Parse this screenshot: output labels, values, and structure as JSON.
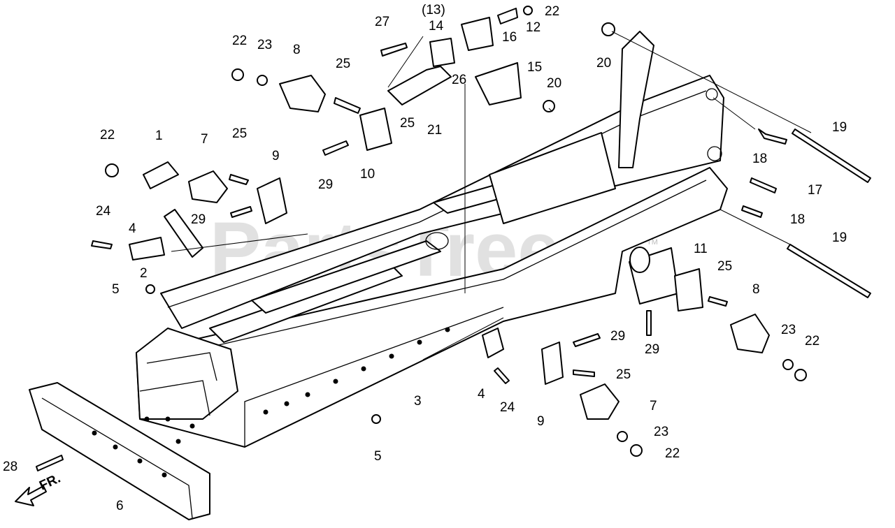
{
  "watermark": {
    "text": "PartsTree",
    "mark": "TM"
  },
  "direction": {
    "label": "FR."
  },
  "callouts": [
    {
      "id": "c13",
      "text": "(13)"
    },
    {
      "id": "c14",
      "text": "14"
    },
    {
      "id": "c27",
      "text": "27"
    },
    {
      "id": "c22a",
      "text": "22"
    },
    {
      "id": "c12",
      "text": "12"
    },
    {
      "id": "c16",
      "text": "16"
    },
    {
      "id": "c22b",
      "text": "22"
    },
    {
      "id": "c23a",
      "text": "23"
    },
    {
      "id": "c8a",
      "text": "8"
    },
    {
      "id": "c25a",
      "text": "25"
    },
    {
      "id": "c26",
      "text": "26"
    },
    {
      "id": "c15",
      "text": "15"
    },
    {
      "id": "c20a",
      "text": "20"
    },
    {
      "id": "c20b",
      "text": "20"
    },
    {
      "id": "c22c",
      "text": "22"
    },
    {
      "id": "c1",
      "text": "1"
    },
    {
      "id": "c7a",
      "text": "7"
    },
    {
      "id": "c25b",
      "text": "25"
    },
    {
      "id": "c9a",
      "text": "9"
    },
    {
      "id": "c10",
      "text": "10"
    },
    {
      "id": "c25c",
      "text": "25"
    },
    {
      "id": "c21",
      "text": "21"
    },
    {
      "id": "c19a",
      "text": "19"
    },
    {
      "id": "c18a",
      "text": "18"
    },
    {
      "id": "c17",
      "text": "17"
    },
    {
      "id": "c18b",
      "text": "18"
    },
    {
      "id": "c29a",
      "text": "29"
    },
    {
      "id": "c24a",
      "text": "24"
    },
    {
      "id": "c4a",
      "text": "4"
    },
    {
      "id": "c29b",
      "text": "29"
    },
    {
      "id": "c2",
      "text": "2"
    },
    {
      "id": "c5a",
      "text": "5"
    },
    {
      "id": "c19b",
      "text": "19"
    },
    {
      "id": "c11",
      "text": "11"
    },
    {
      "id": "c25d",
      "text": "25"
    },
    {
      "id": "c8b",
      "text": "8"
    },
    {
      "id": "c29c",
      "text": "29"
    },
    {
      "id": "c29d",
      "text": "29"
    },
    {
      "id": "c23b",
      "text": "23"
    },
    {
      "id": "c22d",
      "text": "22"
    },
    {
      "id": "c25e",
      "text": "25"
    },
    {
      "id": "c3",
      "text": "3"
    },
    {
      "id": "c4b",
      "text": "4"
    },
    {
      "id": "c24b",
      "text": "24"
    },
    {
      "id": "c9b",
      "text": "9"
    },
    {
      "id": "c7b",
      "text": "7"
    },
    {
      "id": "c23c",
      "text": "23"
    },
    {
      "id": "c22e",
      "text": "22"
    },
    {
      "id": "c5b",
      "text": "5"
    },
    {
      "id": "c28",
      "text": "28"
    },
    {
      "id": "c6",
      "text": "6"
    }
  ]
}
